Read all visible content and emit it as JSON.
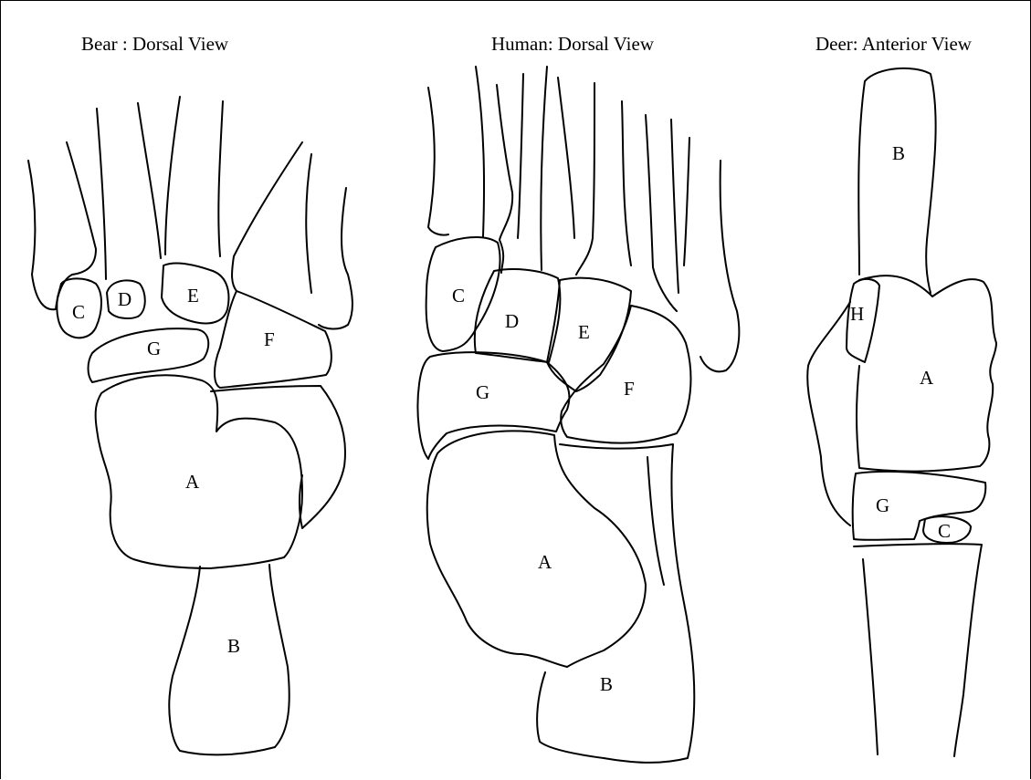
{
  "panels": {
    "bear": {
      "title": "Bear : Dorsal View",
      "labels": {
        "A": "A",
        "B": "B",
        "C": "C",
        "D": "D",
        "E": "E",
        "F": "F",
        "G": "G"
      }
    },
    "human": {
      "title": "Human: Dorsal View",
      "labels": {
        "A": "A",
        "B": "B",
        "C": "C",
        "D": "D",
        "E": "E",
        "F": "F",
        "G": "G"
      }
    },
    "deer": {
      "title": "Deer: Anterior View",
      "labels": {
        "A": "A",
        "B": "B",
        "C": "C",
        "G": "G",
        "H": "H"
      }
    }
  }
}
